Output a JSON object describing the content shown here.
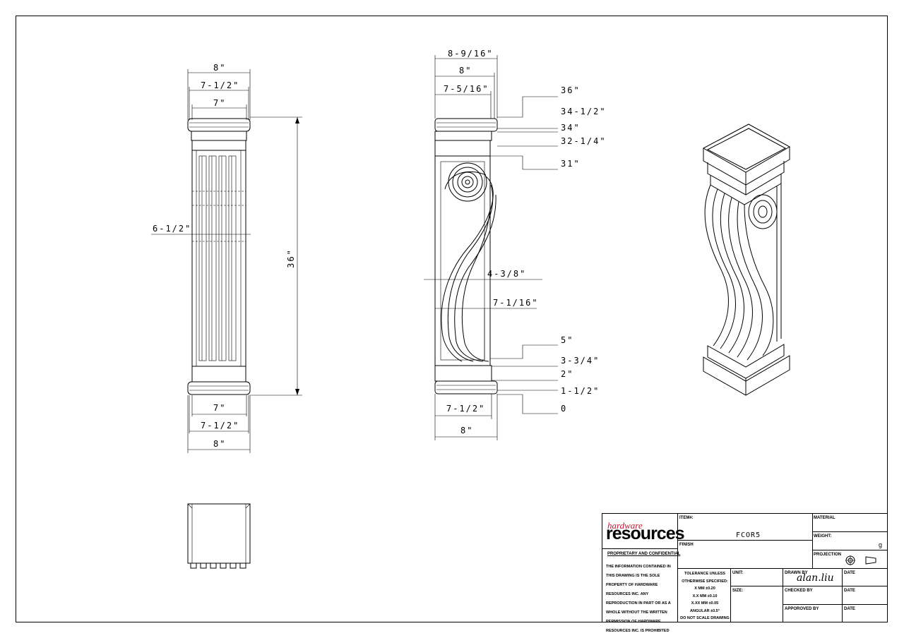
{
  "views": {
    "front": {
      "dims_top": [
        "8\"",
        "7-1/2\"",
        "7\""
      ],
      "dim_height": "36\"",
      "dim_width_mid": "6-1/2\"",
      "dims_bottom": [
        "7\"",
        "7-1/2\"",
        "8\""
      ]
    },
    "side": {
      "dims_top": [
        "8-9/16\"",
        "8\"",
        "7-5/16\""
      ],
      "elevations": [
        "36\"",
        "34-1/2\"",
        "34\"",
        "32-1/4\"",
        "31\"",
        "5\"",
        "3-3/4\"",
        "2\"",
        "1-1/2\"",
        "0"
      ],
      "dim_scroll_a": "4-3/8\"",
      "dim_scroll_b": "7-1/16\"",
      "dims_bottom": [
        "7-1/2\"",
        "8\""
      ]
    }
  },
  "title_block": {
    "logo_top": "hardware",
    "logo_main": "resources",
    "item_label": "ITEM#:",
    "item_value": "FCOR5",
    "material_label": "MATERIAL",
    "weight_label": "WEIGHT:",
    "weight_value": "g",
    "finish_label": "FINISH",
    "projection_label": "PROJECTION",
    "confidential_title": "PROPRIETARY AND CONFIDENTIAL",
    "confidential_body": "THE INFORMATION CONTAINED IN THIS DRAWING IS THE SOLE PROPERTY OF HARDWARE RESOURCES INC. ANY REPRODUCTION IN PART OR AS A WHOLE WITHOUT THE WRITTEN PERMISSION OF HARDWARE RESOURCES INC. IS PROHIBITED",
    "tolerance": [
      "TOLERANCE UNLESS",
      "OTHERWISE SPECIFIED:",
      "X   MM   ±0.20",
      "X.X  MM   ±0.10",
      "X.XX  MM   ±0.05",
      "ANGULAR    ±0.5°",
      "DO NOT SCALE DRAWING"
    ],
    "unit_label": "UNIT:",
    "size_label": "SIZE:",
    "drawn_by_label": "DRAWN BY",
    "drawn_by_value": "alan.liu",
    "checked_by_label": "CHECKED BY",
    "approved_by_label": "APPOROVED BY",
    "date_label": "DATE"
  }
}
